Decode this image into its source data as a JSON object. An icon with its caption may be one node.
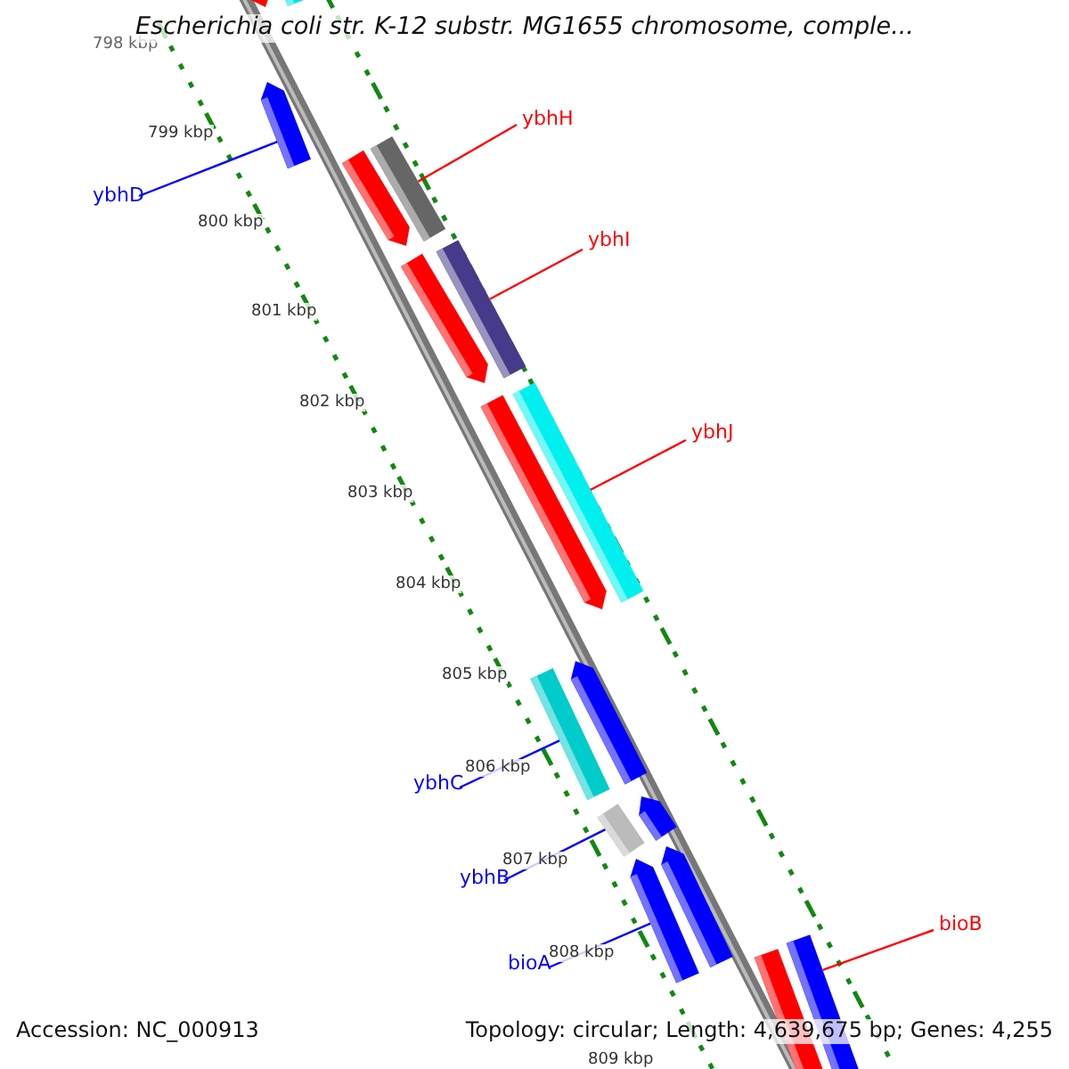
{
  "diagram": {
    "title": "Escherichia coli str. K-12 substr. MG1655 chromosome, comple...",
    "nodes": [
      {
        "text": [
          "ybhH"
        ]
      },
      {
        "text": [],
        "shape": "bar"
      },
      {
        "text": [
          "ybhD"
        ]
      },
      {
        "text": [],
        "shape": "bar"
      },
      {
        "text": [
          "ybhI"
        ]
      },
      {
        "text": [],
        "shape": "bar"
      },
      {
        "text": [
          "ybhJ"
        ]
      },
      {
        "text": [],
        "shape": "bar"
      },
      {
        "text": [
          "ybhC"
        ]
      },
      {
        "text": [],
        "shape": "bar"
      },
      {
        "text": [
          "ybhB"
        ]
      },
      {
        "text": [],
        "shape": "bar"
      },
      {
        "text": [
          "bioB"
        ]
      },
      {
        "text": [],
        "shape": "bar"
      },
      {
        "text": [
          "bioA"
        ]
      },
      {
        "text": [],
        "shape": "bar"
      },
      {
        "text": [],
        "shape": "bar"
      },
      {
        "text": [],
        "shape": "bar"
      },
      {
        "text": [],
        "shape": "bar"
      },
      {
        "text": [],
        "shape": "bar"
      },
      {
        "text": [],
        "shape": "bar"
      },
      {
        "text": [],
        "shape": "bar"
      },
      {
        "text": [],
        "shape": "bar"
      },
      {
        "text": [],
        "shape": "bar"
      },
      {
        "text": [],
        "shape": "bar"
      }
    ],
    "edges": [
      {
        "from": 0,
        "to": 1,
        "arrow": "none",
        "color": "#ff0000"
      },
      {
        "from": 2,
        "to": 3,
        "arrow": "none",
        "color": "#0000ff"
      },
      {
        "from": 4,
        "to": 5,
        "arrow": "none",
        "color": "#ff0000"
      },
      {
        "from": 6,
        "to": 7,
        "arrow": "none",
        "color": "#ff0000"
      },
      {
        "from": 8,
        "to": 9,
        "arrow": "none",
        "color": "#0000ff"
      },
      {
        "from": 10,
        "to": 11,
        "arrow": "none",
        "color": "#0000ff"
      },
      {
        "from": 12,
        "to": 13,
        "arrow": "none",
        "color": "#ff0000"
      },
      {
        "from": 14,
        "to": 15,
        "arrow": "none",
        "color": "#0000ff"
      }
    ],
    "labels": [
      "798 kbp",
      "799 kbp",
      "800 kbp",
      "801 kbp",
      "802 kbp",
      "803 kbp",
      "804 kbp",
      "805 kbp",
      "806 kbp",
      "807 kbp",
      "808 kbp",
      "809 kbp",
      "Accession: NC_000913",
      "Topology: circular; Length: 4,639,675 bp; Genes: 4,255"
    ]
  }
}
